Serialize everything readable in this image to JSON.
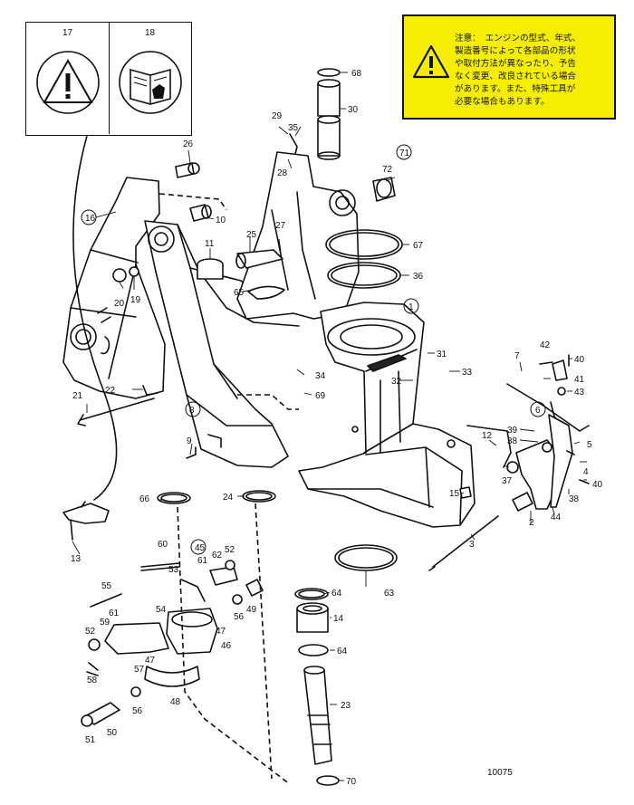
{
  "warning": {
    "text": "注意：　エンジンの型式、年式、\n製造番号によって各部品の形状\nや取付方法が異なったり、予告\nなく変更、改良されている場合\nがあります。また、特殊工具が\n必要な場合もあります。",
    "background_color": "#f5ee00"
  },
  "reference_icons": [
    {
      "number": "17",
      "icon": "warning-triangle-icon"
    },
    {
      "number": "18",
      "icon": "manual-book-icon"
    }
  ],
  "drawing_number": "10075",
  "part_labels": {
    "p1": "1",
    "p2": "2",
    "p3": "3",
    "p4": "4",
    "p5": "5",
    "p6": "6",
    "p7": "7",
    "p8": "8",
    "p9": "9",
    "p10": "10",
    "p11": "11",
    "p12": "12",
    "p13": "13",
    "p14": "14",
    "p15": "15",
    "p16": "16",
    "p19": "19",
    "p20": "20",
    "p21": "21",
    "p22": "22",
    "p23": "23",
    "p24": "24",
    "p25": "25",
    "p26": "26",
    "p27": "27",
    "p28": "28",
    "p29": "29",
    "p30": "30",
    "p31": "31",
    "p32": "32",
    "p33": "33",
    "p34": "34",
    "p35": "35",
    "p36": "36",
    "p37": "37",
    "p38a": "38",
    "p38b": "38",
    "p39": "39",
    "p40a": "40",
    "p40b": "40",
    "p41": "41",
    "p42": "42",
    "p43": "43",
    "p44": "44",
    "p45": "45",
    "p46": "46",
    "p47a": "47",
    "p47b": "47",
    "p48": "48",
    "p49": "49",
    "p50": "50",
    "p51": "51",
    "p52a": "52",
    "p52b": "52",
    "p53": "53",
    "p54": "54",
    "p55": "55",
    "p56a": "56",
    "p56b": "56",
    "p57": "57",
    "p58": "58",
    "p59": "59",
    "p60": "60",
    "p61a": "61",
    "p61b": "61",
    "p62": "62",
    "p63": "63",
    "p64a": "64",
    "p64b": "64",
    "p65": "65",
    "p66": "66",
    "p67": "67",
    "p68": "68",
    "p69": "69",
    "p70": "70",
    "p71": "71",
    "p72": "72"
  }
}
